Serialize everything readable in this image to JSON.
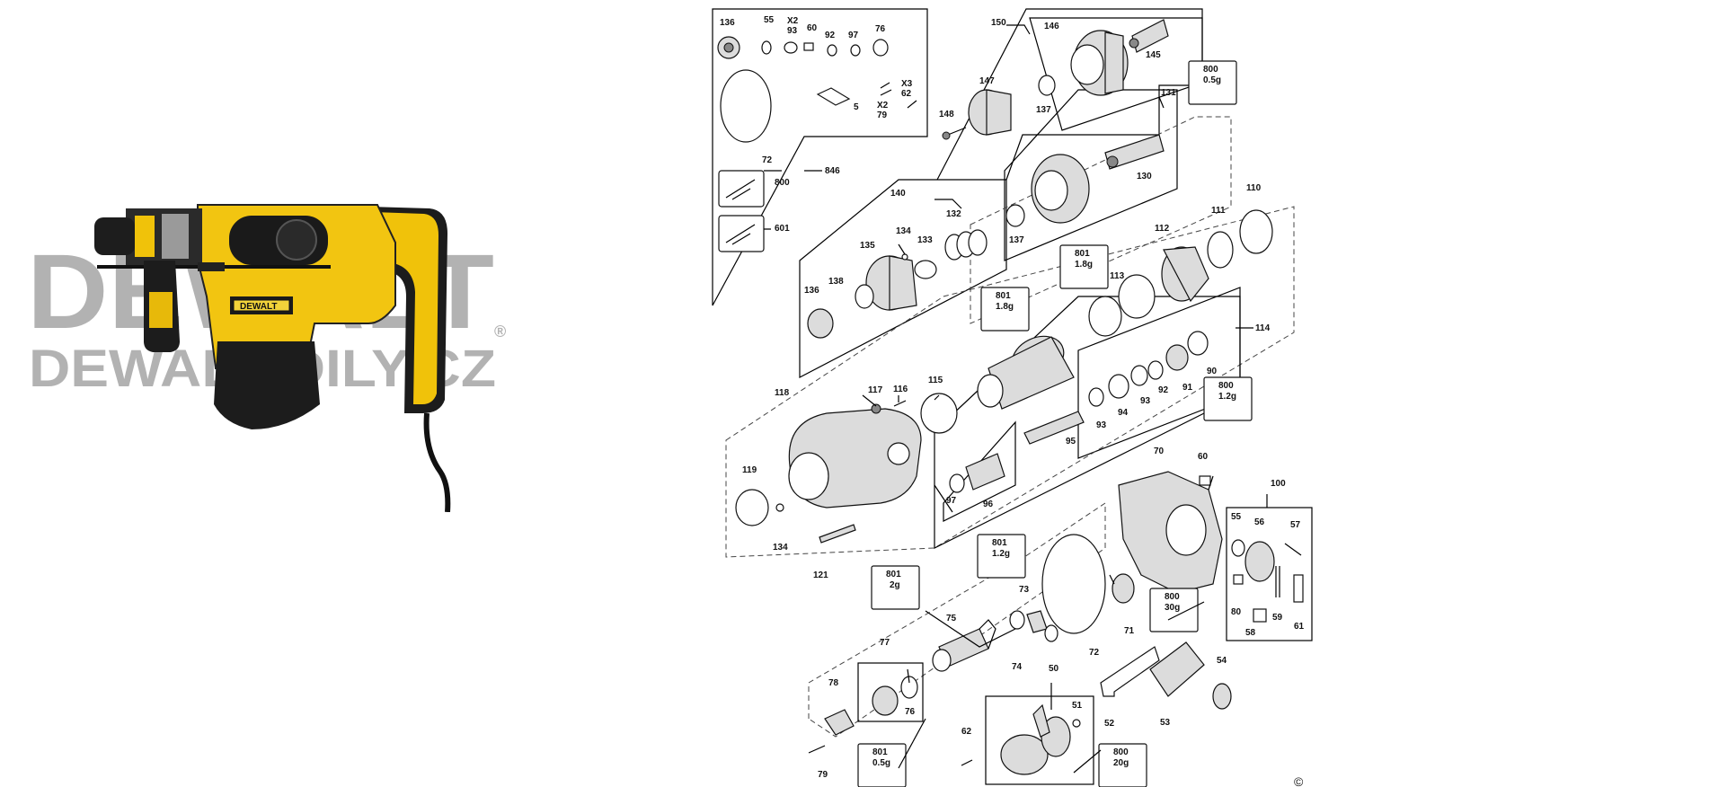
{
  "watermark": {
    "brand": "DEWALT",
    "registered": "®",
    "site": "DEWALT-DILY.CZ"
  },
  "product_badge": "DEWALT",
  "copyright": "©",
  "part_labels": {
    "p136a": "136",
    "p55a": "55",
    "p93a": "X2\n93",
    "p60a": "60",
    "p92a": "92",
    "p97a": "97",
    "p76a": "76",
    "p72a": "72",
    "p5": "5",
    "p79a": "X2\n79",
    "p62a": "X3\n62",
    "p800a": "800",
    "p601": "601",
    "p846": "846",
    "p150": "150",
    "p146": "146",
    "p145": "145",
    "p147": "147",
    "p148": "148",
    "p137a": "137",
    "p131": "131",
    "p130": "130",
    "p137b": "137",
    "p140": "140",
    "p132": "132",
    "p134a": "134",
    "p133": "133",
    "p135": "135",
    "p138": "138",
    "p136b": "136",
    "p111": "111",
    "p110": "110",
    "p112": "112",
    "p113": "113",
    "p114": "114",
    "p90": "90",
    "p91": "91",
    "p92b": "92",
    "p93b": "93",
    "p94": "94",
    "p93c": "93",
    "p95": "95",
    "p118": "118",
    "p117": "117",
    "p116": "116",
    "p115": "115",
    "p119": "119",
    "p134b": "134",
    "p121": "121",
    "p97b": "97",
    "p96": "96",
    "p70": "70",
    "p60b": "60",
    "p100": "100",
    "p55b": "55",
    "p56": "56",
    "p57": "57",
    "p80": "80",
    "p58": "58",
    "p59": "59",
    "p61": "61",
    "p73": "73",
    "p75": "75",
    "p74": "74",
    "p71": "71",
    "p72b": "72",
    "p77": "77",
    "p78": "78",
    "p76b": "76",
    "p79b": "79",
    "p50": "50",
    "p51": "51",
    "p62b": "62",
    "p52": "52",
    "p53": "53",
    "p54": "54"
  },
  "grease_badges": {
    "g1": {
      "code": "800",
      "amount": "0.5g"
    },
    "g2": {
      "code": "801",
      "amount": "1.8g"
    },
    "g3": {
      "code": "801",
      "amount": "1.8g"
    },
    "g4": {
      "code": "800",
      "amount": "1.2g"
    },
    "g5": {
      "code": "801",
      "amount": "1.2g"
    },
    "g6": {
      "code": "801",
      "amount": "2g"
    },
    "g7": {
      "code": "800",
      "amount": "30g"
    },
    "g8": {
      "code": "801",
      "amount": "0.5g"
    },
    "g9": {
      "code": "800",
      "amount": "20g"
    }
  }
}
